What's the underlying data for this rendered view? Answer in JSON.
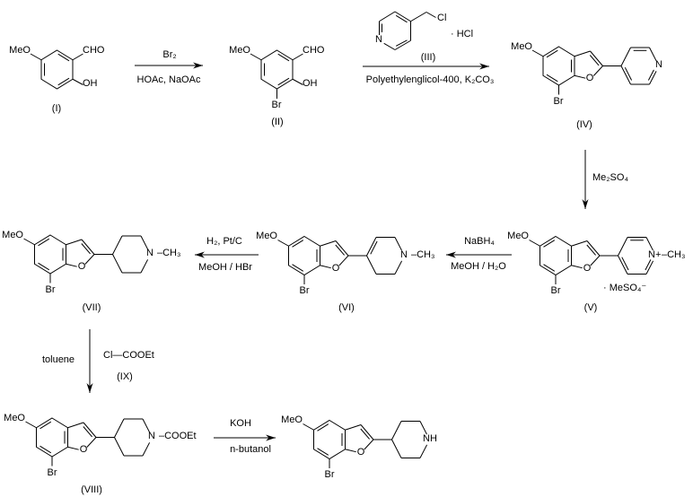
{
  "structures": {
    "I": {
      "label": "(I)",
      "meo": "MeO",
      "cho": "CHO",
      "oh": "OH"
    },
    "II": {
      "label": "(II)",
      "meo": "MeO",
      "cho": "CHO",
      "oh": "OH",
      "br": "Br"
    },
    "III": {
      "label": "(III)",
      "n": "N",
      "cl": "Cl",
      "salt": "· HCl"
    },
    "IV": {
      "label": "(IV)",
      "meo": "MeO",
      "o": "O",
      "br": "Br",
      "n": "N"
    },
    "V": {
      "label": "(V)",
      "meo": "MeO",
      "o": "O",
      "br": "Br",
      "n": "N+",
      "n_subst": "–CH₃",
      "salt": "· MeSO₄⁻"
    },
    "VI": {
      "label": "(VI)",
      "meo": "MeO",
      "o": "O",
      "br": "Br",
      "n": "N",
      "n_subst": "–CH₃"
    },
    "VII": {
      "label": "(VII)",
      "meo": "MeO",
      "o": "O",
      "br": "Br",
      "n": "N",
      "n_subst": "–CH₃"
    },
    "VIII": {
      "label": "(VIII)",
      "meo": "MeO",
      "o": "O",
      "br": "Br",
      "n": "N",
      "n_subst": "–COOEt"
    },
    "final": {
      "meo": "MeO",
      "o": "O",
      "br": "Br",
      "n": "NH"
    }
  },
  "steps": {
    "bromination": {
      "above": "Br₂",
      "below": "HOAc, NaOAc"
    },
    "alkylation": {
      "below": "Polyethylenglicol-400, K₂CO₃"
    },
    "methylation": {
      "label": "Me₂SO₄"
    },
    "reduction": {
      "above": "NaBH₄",
      "below": "MeOH / H₂O"
    },
    "hydrogenation": {
      "above": "H₂, Pt/C",
      "below": "MeOH / HBr"
    },
    "carbamoylation": {
      "solvent": "toluene",
      "reagent": "Cl—COOEt",
      "reagent_label": "(IX)"
    },
    "hydrolysis": {
      "above": "KOH",
      "below": "n-butanol"
    }
  }
}
